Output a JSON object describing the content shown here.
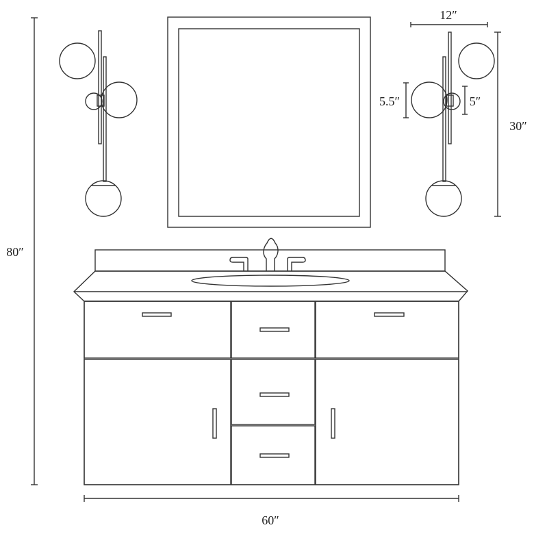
{
  "title": "Vanity, mirror and wall sconce dimension diagram",
  "dimensions": {
    "total_height": "80″",
    "vanity_width": "60″",
    "sconce_width": "12″",
    "sconce_height": "30″",
    "globe_diameter": "5.5″",
    "backplate_diameter": "5″"
  },
  "colors": {
    "cabinet_fill": "#d9d9d9",
    "line": "#333333",
    "background": "#ffffff"
  }
}
